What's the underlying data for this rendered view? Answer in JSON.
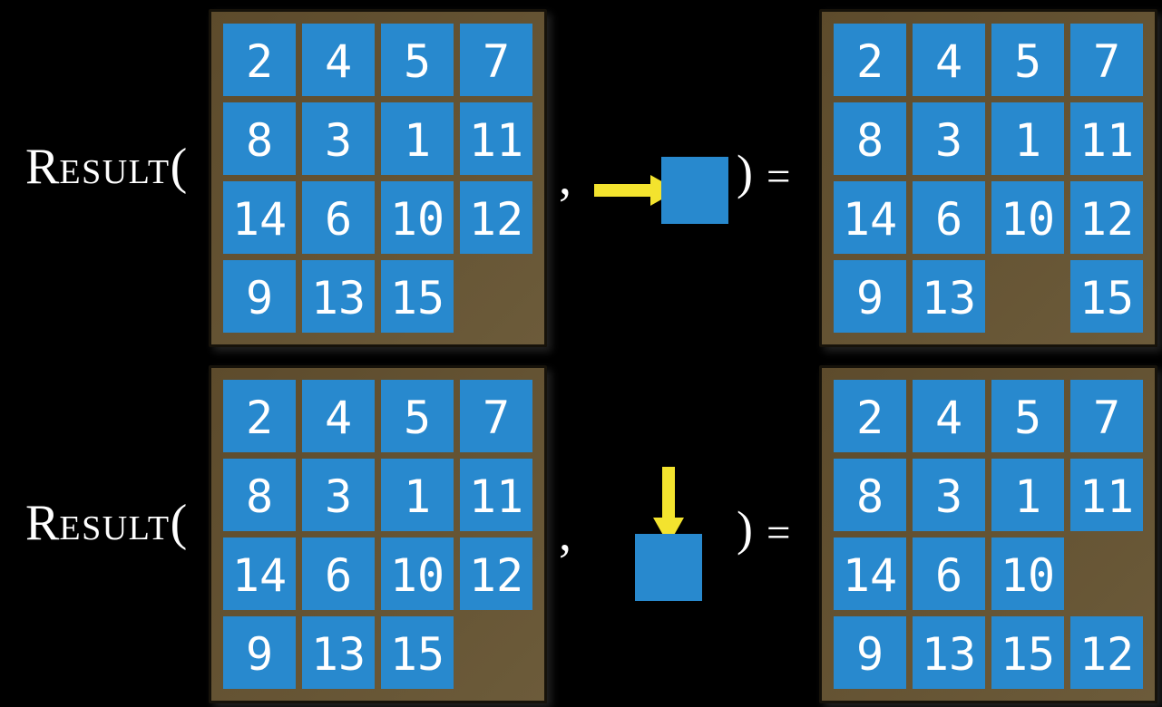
{
  "colors": {
    "background": "#000000",
    "tile": "#2889CE",
    "tile_text": "#FFFFFF",
    "board_dark": "#5D4B2C",
    "board_light": "#6C5B3A",
    "board_border": "#16120A",
    "arrow": "#F3E32E",
    "text": "#FFFFFF"
  },
  "equations": [
    {
      "id": "move-right",
      "label_initial": "R",
      "label_rest": "ESULT",
      "label_open_paren": "(",
      "comma": ",",
      "close_paren": ")",
      "equals": "=",
      "action": {
        "icon": "arrow-right-icon",
        "direction": "right"
      },
      "state_board": [
        [
          "2",
          "4",
          "5",
          "7"
        ],
        [
          "8",
          "3",
          "1",
          "11"
        ],
        [
          "14",
          "6",
          "10",
          "12"
        ],
        [
          "9",
          "13",
          "15",
          null
        ]
      ],
      "result_board": [
        [
          "2",
          "4",
          "5",
          "7"
        ],
        [
          "8",
          "3",
          "1",
          "11"
        ],
        [
          "14",
          "6",
          "10",
          "12"
        ],
        [
          "9",
          "13",
          null,
          "15"
        ]
      ]
    },
    {
      "id": "move-down",
      "label_initial": "R",
      "label_rest": "ESULT",
      "label_open_paren": "(",
      "comma": ",",
      "close_paren": ")",
      "equals": "=",
      "action": {
        "icon": "arrow-down-icon",
        "direction": "down"
      },
      "state_board": [
        [
          "2",
          "4",
          "5",
          "7"
        ],
        [
          "8",
          "3",
          "1",
          "11"
        ],
        [
          "14",
          "6",
          "10",
          "12"
        ],
        [
          "9",
          "13",
          "15",
          null
        ]
      ],
      "result_board": [
        [
          "2",
          "4",
          "5",
          "7"
        ],
        [
          "8",
          "3",
          "1",
          "11"
        ],
        [
          "14",
          "6",
          "10",
          null
        ],
        [
          "9",
          "13",
          "15",
          "12"
        ]
      ]
    }
  ]
}
